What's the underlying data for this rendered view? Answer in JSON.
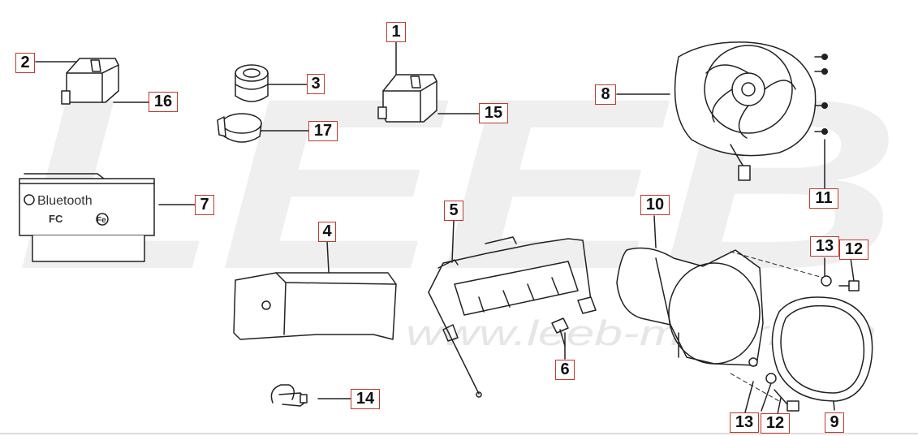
{
  "watermark": {
    "logo_text": "LEEB",
    "url_text": "www.leeb-motor.com"
  },
  "bluetooth_module": {
    "label": "Bluetooth",
    "fc_mark": "FC",
    "ce_mark": "Fe"
  },
  "callouts": [
    {
      "id": "c1",
      "number": "1"
    },
    {
      "id": "c2",
      "number": "2"
    },
    {
      "id": "c3",
      "number": "3"
    },
    {
      "id": "c4",
      "number": "4"
    },
    {
      "id": "c5",
      "number": "5"
    },
    {
      "id": "c6",
      "number": "6"
    },
    {
      "id": "c7",
      "number": "7"
    },
    {
      "id": "c8",
      "number": "8"
    },
    {
      "id": "c9",
      "number": "9"
    },
    {
      "id": "c10",
      "number": "10"
    },
    {
      "id": "c11",
      "number": "11"
    },
    {
      "id": "c12a",
      "number": "12"
    },
    {
      "id": "c12b",
      "number": "12"
    },
    {
      "id": "c13a",
      "number": "13"
    },
    {
      "id": "c13b",
      "number": "13"
    },
    {
      "id": "c14",
      "number": "14"
    },
    {
      "id": "c15",
      "number": "15"
    },
    {
      "id": "c16",
      "number": "16"
    },
    {
      "id": "c17",
      "number": "17"
    }
  ],
  "colors": {
    "callout_border": "#c0392b",
    "line": "#222222",
    "watermark": "#ececec"
  }
}
